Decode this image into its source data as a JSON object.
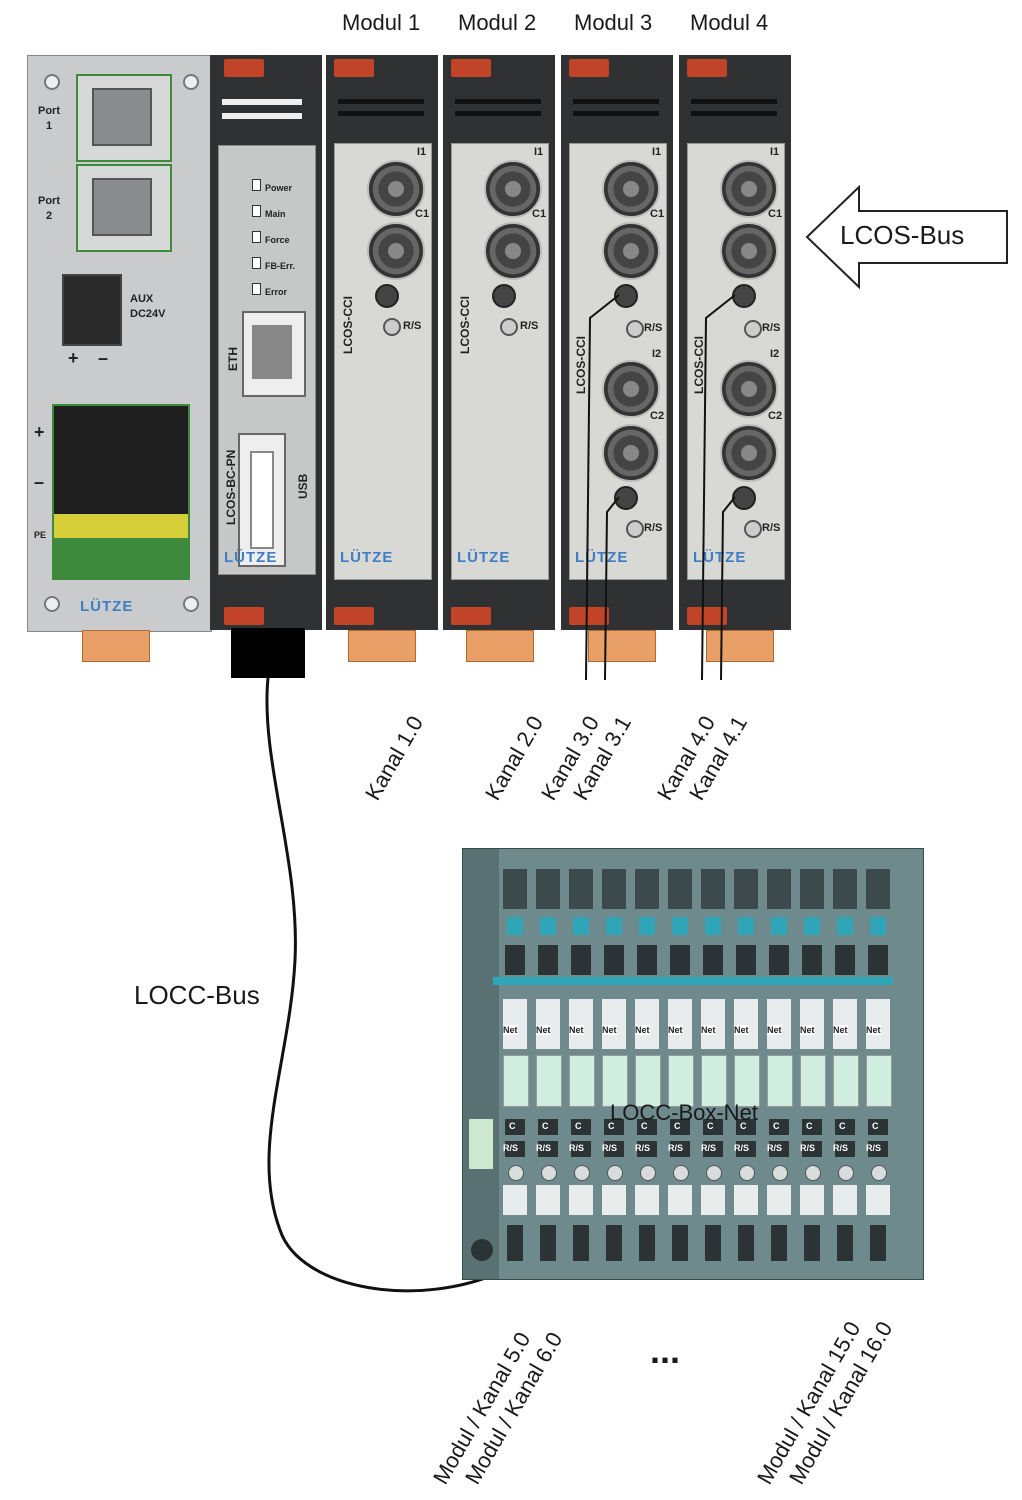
{
  "modules_header": [
    "Modul 1",
    "Modul 2",
    "Modul 3",
    "Modul 4"
  ],
  "power_unit": {
    "port1": "Port\n1",
    "port1_a": "Port",
    "port1_b": "1",
    "port2_a": "Port",
    "port2_b": "2",
    "aux_a": "AUX",
    "aux_b": "DC24V",
    "plus": "+",
    "minus": "–",
    "pe": "PE",
    "plus2": "+",
    "minus2": "–",
    "logo": "LÜTZE"
  },
  "controller": {
    "leds": [
      "Power",
      "Main",
      "Force",
      "FB-Err.",
      "Error"
    ],
    "eth": "ETH",
    "name": "LCOS-BC-PN",
    "usb": "USB",
    "logo": "LÜTZE"
  },
  "io_modules": [
    {
      "name": "LCOS-CCI",
      "i1": "I1",
      "c1": "C1",
      "rs": "R/S",
      "logo": "LÜTZE"
    },
    {
      "name": "LCOS-CCI",
      "i1": "I1",
      "c1": "C1",
      "rs": "R/S",
      "logo": "LÜTZE"
    },
    {
      "name": "LCOS-CCI",
      "i1": "I1",
      "c1": "C1",
      "rs": "R/S",
      "i2": "I2",
      "c2": "C2",
      "rs2": "R/S",
      "logo": "LÜTZE"
    },
    {
      "name": "LCOS-CCI",
      "i1": "I1",
      "c1": "C1",
      "rs": "R/S",
      "i2": "I2",
      "c2": "C2",
      "rs2": "R/S",
      "logo": "LÜTZE"
    }
  ],
  "lcos_bus": "LCOS-Bus",
  "locc_bus": "LOCC-Bus",
  "channels": [
    "Kanal 1.0",
    "Kanal 2.0",
    "Kanal 3.0",
    "Kanal 3.1",
    "Kanal 4.0",
    "Kanal 4.1"
  ],
  "box": {
    "name": "LOCC-Box-Net",
    "slot_net": "Net",
    "slot_c": "C",
    "slot_rs": "R/S",
    "slot_count": 12
  },
  "box_channels": [
    "Modul / Kanal 5.0",
    "Modul / Kanal 6.0",
    "Modul / Kanal 15.0",
    "Modul / Kanal 16.0"
  ],
  "ellipsis": "...",
  "colors": {
    "module_body": "#2f3133",
    "face": "#d8d8d4",
    "orange": "#c24428",
    "foot": "#e8a066",
    "power_gray": "#c9cbcc",
    "green_border": "#3d8a3d",
    "terminal": "#3d4a4c",
    "teal": "#2fa6b8",
    "logo_blue": "#3f7dc4"
  }
}
